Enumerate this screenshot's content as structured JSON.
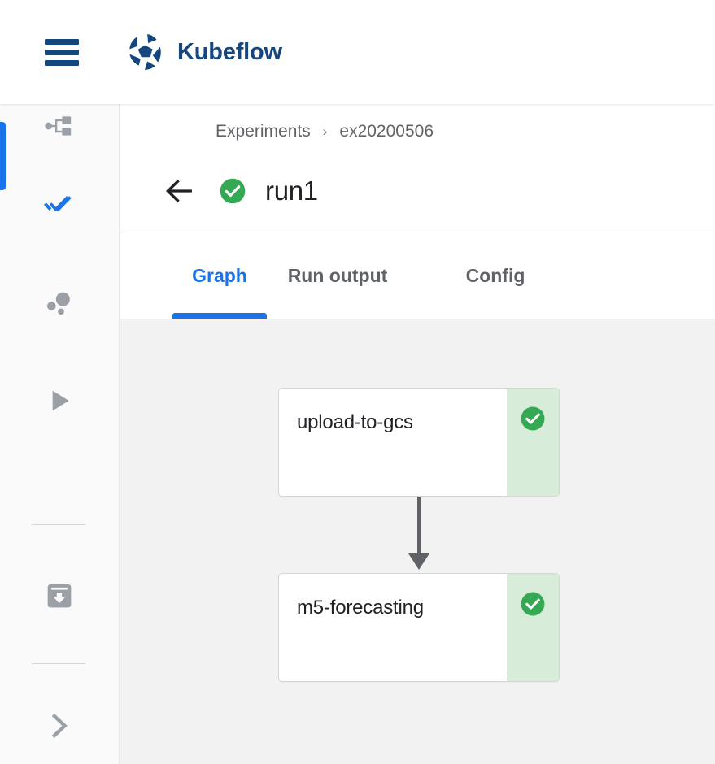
{
  "header": {
    "menu_icon": "hamburger-menu-icon",
    "logo_icon": "kubeflow-logo-icon",
    "brand_name": "Kubeflow",
    "brand_color": "#15477d"
  },
  "sidebar": {
    "active_color": "#1a73e8",
    "inactive_color": "#9aa0a6",
    "items": [
      {
        "name": "pipelines",
        "icon": "pipeline-hierarchy-icon",
        "active": false
      },
      {
        "name": "experiments",
        "icon": "double-check-icon",
        "active": true
      },
      {
        "name": "artifacts",
        "icon": "bubble-chart-icon",
        "active": false
      },
      {
        "name": "runs",
        "icon": "play-triangle-icon",
        "active": false
      },
      {
        "name": "archive",
        "icon": "archive-download-icon",
        "active": false
      },
      {
        "name": "expand",
        "icon": "chevron-right-icon",
        "active": false
      }
    ]
  },
  "breadcrumb": {
    "parent": "Experiments",
    "separator": "›",
    "current": "ex20200506"
  },
  "run": {
    "back_icon": "back-arrow-icon",
    "status_icon": "check-circle-icon",
    "status_color": "#34a853",
    "title": "run1"
  },
  "tabs": [
    {
      "label": "Graph",
      "active": true
    },
    {
      "label": "Run output",
      "active": false
    },
    {
      "label": "Config",
      "active": false
    }
  ],
  "graph": {
    "canvas_color": "#f2f2f2",
    "edge_color": "#5f6368",
    "nodes": [
      {
        "label": "upload-to-gcs",
        "status": "succeeded",
        "status_icon": "check-circle-icon",
        "status_bg": "#d7ecd9",
        "status_color": "#34a853"
      },
      {
        "label": "m5-forecasting",
        "status": "succeeded",
        "status_icon": "check-circle-icon",
        "status_bg": "#d7ecd9",
        "status_color": "#34a853"
      }
    ],
    "edges": [
      {
        "from": "upload-to-gcs",
        "to": "m5-forecasting",
        "icon": "arrow-down-icon"
      }
    ]
  }
}
